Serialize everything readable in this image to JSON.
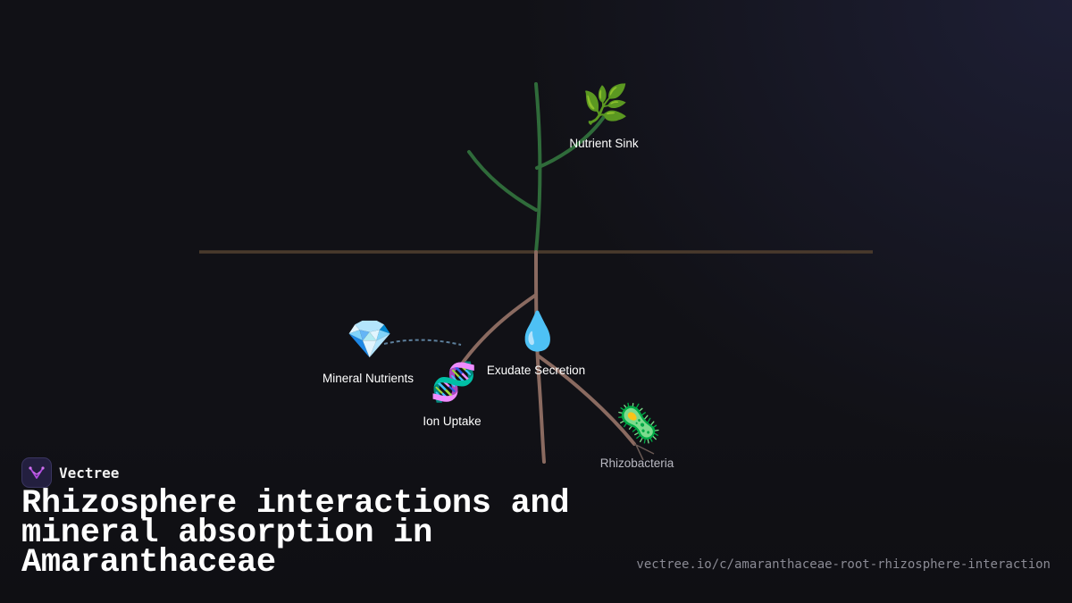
{
  "brand": {
    "name": "Vectree"
  },
  "title": "Rhizosphere interactions and mineral absorption in Amaranthaceae",
  "url": "vectree.io/c/amaranthaceae-root-rhizosphere-interaction",
  "colors": {
    "background": "#111116",
    "stem": "#2f6b3a",
    "root": "#8a6a60",
    "soil_line": "#4a3a2c",
    "dashed_link": "#5d7f9c",
    "brand_accent": "#b04be0"
  },
  "nodes": [
    {
      "id": "nutrient-sink",
      "label": "Nutrient Sink",
      "icon": "herb-icon",
      "glyph": "🌿"
    },
    {
      "id": "mineral-nutrients",
      "label": "Mineral Nutrients",
      "icon": "gem-icon",
      "glyph": "💎"
    },
    {
      "id": "exudate-secretion",
      "label": "Exudate Secretion",
      "icon": "droplet-icon",
      "glyph": "💧"
    },
    {
      "id": "ion-uptake",
      "label": "Ion Uptake",
      "icon": "dna-icon",
      "glyph": "🧬"
    },
    {
      "id": "rhizobacteria",
      "label": "Rhizobacteria",
      "icon": "microbe-icon",
      "glyph": "🦠"
    }
  ]
}
